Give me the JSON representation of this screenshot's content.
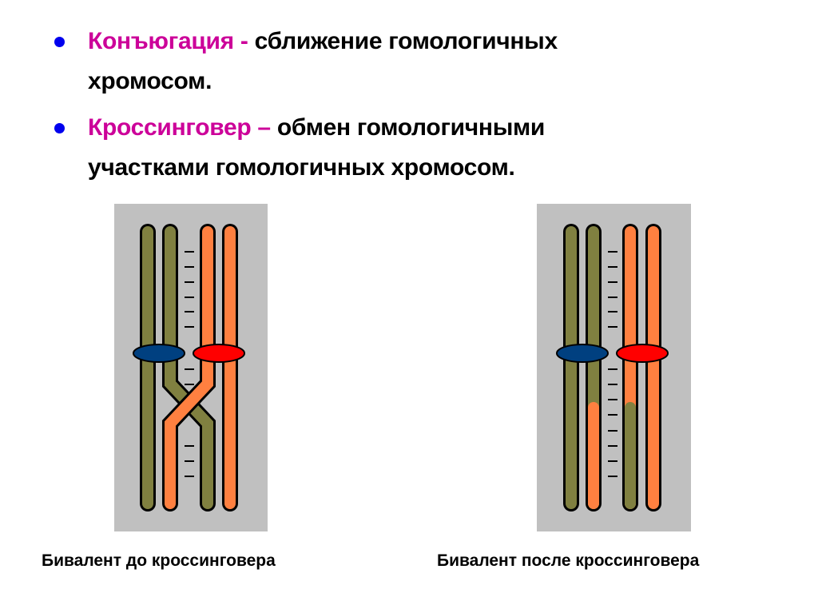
{
  "bullets": [
    {
      "term": "Конъюгация",
      "sep": " - ",
      "line1": "сближение гомологичных",
      "line2": "хромосом."
    },
    {
      "term": "Кроссинговер",
      "sep": " – ",
      "line1": "обмен гомологичными",
      "line2": "участками гомологичных хромосом."
    }
  ],
  "diagrams": {
    "before_caption": "Бивалент до кроссинговера",
    "after_caption": "Бивалент после кроссинговера"
  },
  "colors": {
    "bullet": "#0000ee",
    "term": "#cc0099",
    "olive": "#808040",
    "orange": "#ff8040",
    "blue_centromere": "#004080",
    "red_centromere": "#ff0000",
    "panel": "#c0c0c0"
  }
}
